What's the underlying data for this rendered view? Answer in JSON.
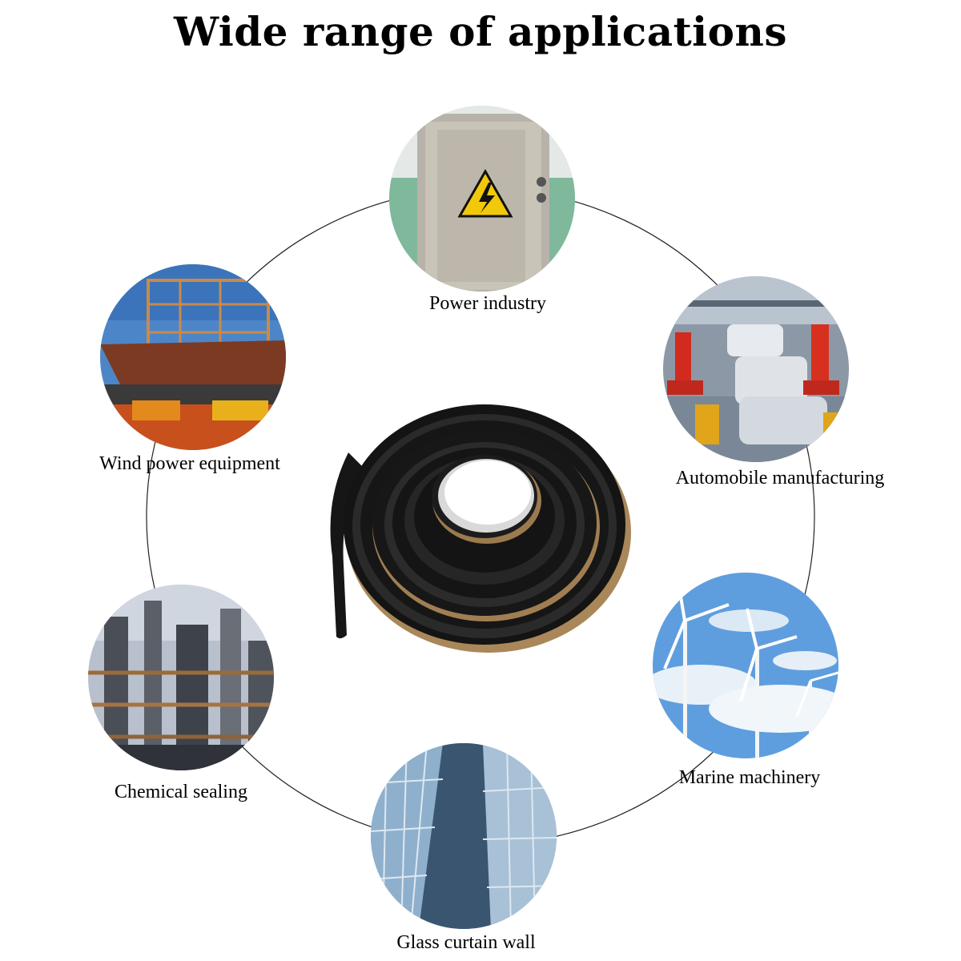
{
  "title": "Wide range of applications",
  "applications": [
    {
      "label": "Power industry"
    },
    {
      "label": "Automobile manufacturing"
    },
    {
      "label": "Marine machinery"
    },
    {
      "label": "Glass curtain wall"
    },
    {
      "label": "Chemical sealing"
    },
    {
      "label": "Wind power equipment"
    }
  ]
}
